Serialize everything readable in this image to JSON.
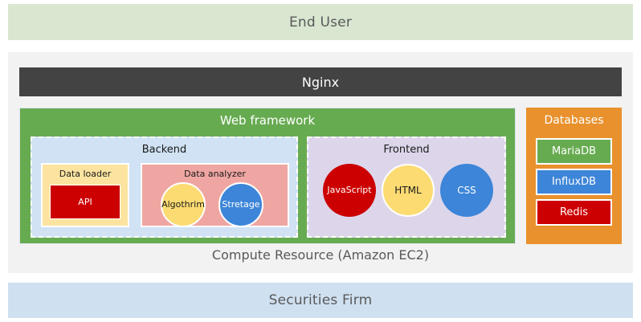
{
  "diagram": {
    "end_user": {
      "label": "End User",
      "color": "#d9e7d1"
    },
    "securities_firm": {
      "label": "Securities Firm",
      "color": "#cfe0f0"
    },
    "compute_resource": {
      "label": "Compute Resource (Amazon EC2)",
      "color": "#f2f2f2",
      "proxy": {
        "label": "Nginx",
        "color": "#434343"
      },
      "web_framework": {
        "label": "Web framework",
        "color": "#67ab51",
        "backend": {
          "label": "Backend",
          "color": "#d0e2f3",
          "data_loader": {
            "label": "Data loader",
            "color": "#fce4a0",
            "api": {
              "label": "API",
              "color": "#cc0000"
            }
          },
          "data_analyzer": {
            "label": "Data analyzer",
            "color": "#efa6a2",
            "components": [
              {
                "label": "Algothrim",
                "color": "#fcdb72"
              },
              {
                "label": "Stretage",
                "color": "#3d85d8"
              }
            ]
          }
        },
        "frontend": {
          "label": "Frontend",
          "color": "#ddd6eb",
          "components": [
            {
              "label": "JavaScript",
              "color": "#cc0000"
            },
            {
              "label": "HTML",
              "color": "#fcdb72"
            },
            {
              "label": "CSS",
              "color": "#3d85d8"
            }
          ]
        }
      },
      "databases": {
        "label": "Databases",
        "color": "#e8912d",
        "items": [
          {
            "label": "MariaDB",
            "color": "#67ab51"
          },
          {
            "label": "InfluxDB",
            "color": "#3d85d8"
          },
          {
            "label": "Redis",
            "color": "#cc0000"
          }
        ]
      }
    }
  }
}
